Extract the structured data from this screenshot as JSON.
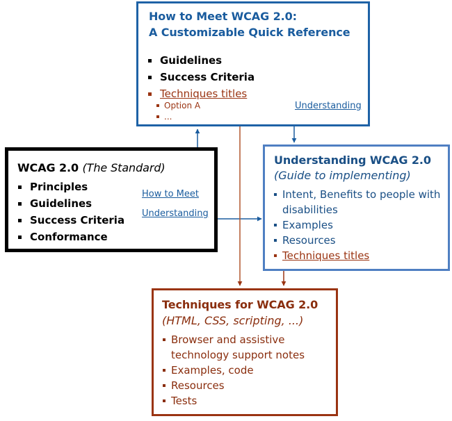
{
  "colors": {
    "blue_dark": "#1a5c9e",
    "blue_light": "#4f7fc2",
    "brown": "#9a3412",
    "black": "#000000"
  },
  "howto": {
    "title_line1": "How to Meet WCAG 2.0:",
    "title_line2": "A Customizable Quick Reference",
    "items": [
      "Guidelines",
      "Success Criteria"
    ],
    "techniques_label": "Techniques titles",
    "sub_items": [
      "Option A",
      "..."
    ],
    "understanding_link": "Understanding"
  },
  "wcag": {
    "title": "WCAG 2.0",
    "title_italic": "(The Standard)",
    "items": [
      "Principles",
      "Guidelines",
      "Success Criteria",
      "Conformance"
    ]
  },
  "links": {
    "how_to_meet": "How to Meet",
    "understanding": "Understanding"
  },
  "understanding": {
    "title": "Understanding WCAG 2.0",
    "subtitle": "(Guide to implementing)",
    "items": [
      "Intent, Benefits to people with disabilities",
      "Examples",
      "Resources"
    ],
    "techniques_label": "Techniques titles"
  },
  "techniques": {
    "title": "Techniques for WCAG 2.0",
    "subtitle": "(HTML, CSS, scripting, ...)",
    "items": [
      "Browser and assistive technology support notes",
      "Examples, code",
      "Resources",
      "Tests"
    ]
  }
}
